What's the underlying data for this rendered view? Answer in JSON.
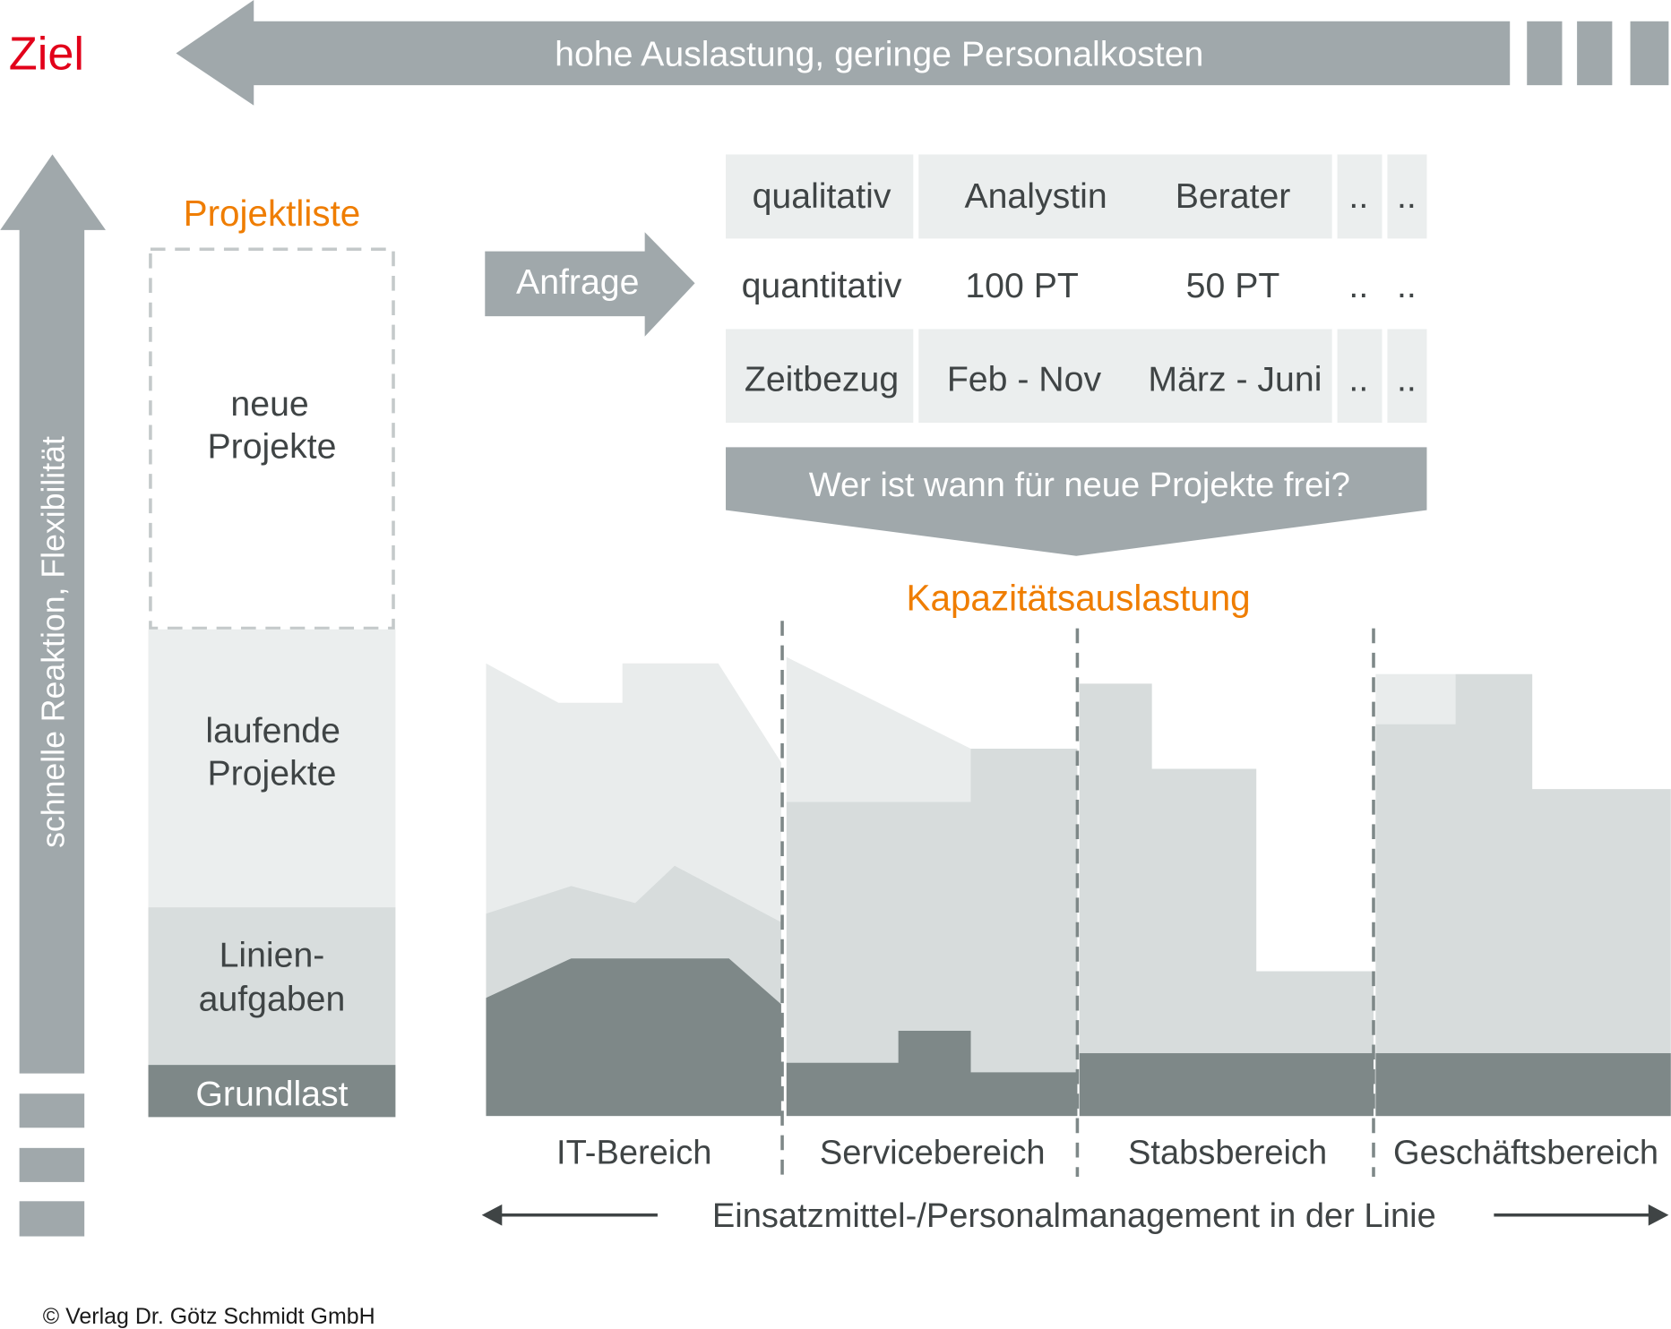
{
  "goal_label": "Ziel",
  "top_arrow_text": "hohe Auslastung, geringe Personalkosten",
  "side_arrow_text": "schnelle Reaktion, Flexibilität",
  "project_list": {
    "title": "Projektliste",
    "new_line1": "neue",
    "new_line2": "Projekte",
    "running_line1": "laufende",
    "running_line2": "Projekte",
    "line_line1": "Linien-",
    "line_line2": "aufgaben",
    "base": "Grundlast"
  },
  "request_label": "Anfrage",
  "request_table": {
    "rows": [
      {
        "label": "qualitativ",
        "c1": "Analystin",
        "c2": "Berater",
        "c3": "..",
        "c4": ".."
      },
      {
        "label": "quantitativ",
        "c1": "100 PT",
        "c2": "50 PT",
        "c3": "..",
        "c4": ".."
      },
      {
        "label": "Zeitbezug",
        "c1": "Feb - Nov",
        "c2": "März - Juni",
        "c3": "..",
        "c4": ".."
      }
    ]
  },
  "question_banner": "Wer ist wann für neue Projekte frei?",
  "capacity_title": "Kapazitätsauslastung",
  "departments": [
    "IT-Bereich",
    "Servicebereich",
    "Stabsbereich",
    "Geschäftsbereich"
  ],
  "bottom_axis_label": "Einsatzmittel-/Personalmanagement in der Linie",
  "copyright": "© Verlag Dr. Götz Schmidt GmbH",
  "colors": {
    "arrow_gray": "#a0a8ab",
    "light": "#e9ecec",
    "mid": "#d7dcdc",
    "dark": "#7e8888",
    "goal_red": "#e2001a",
    "accent_orange": "#ef7d00",
    "text": "#3f4445"
  }
}
